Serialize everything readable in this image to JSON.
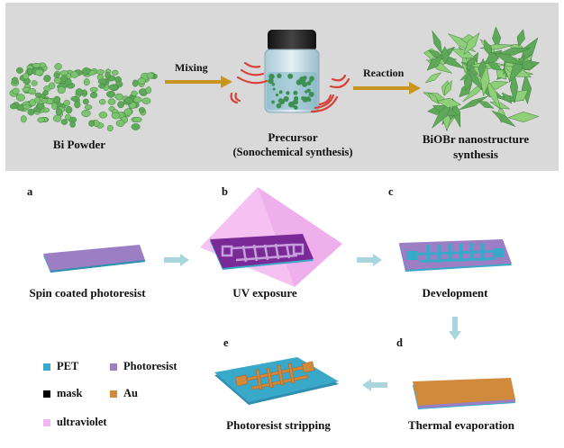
{
  "top_panel": {
    "bi_powder": "Bi Powder",
    "mixing": "Mixing",
    "reaction": "Reaction",
    "precursor_line1": "Precursor",
    "precursor_line2": "(Sonochemical synthesis)",
    "biobr_line1": "BiOBr nanostructure",
    "biobr_line2": "synthesis"
  },
  "steps": {
    "a": {
      "letter": "a",
      "caption": "Spin coated photoresist"
    },
    "b": {
      "letter": "b",
      "caption": "UV exposure"
    },
    "c": {
      "letter": "c",
      "caption": "Development"
    },
    "d": {
      "letter": "d",
      "caption": "Thermal evaporation"
    },
    "e": {
      "letter": "e",
      "caption": "Photoresist stripping"
    }
  },
  "legend": [
    {
      "label": "PET",
      "color": "#3aa8c8"
    },
    {
      "label": "Photoresist",
      "color": "#9b7ec4"
    },
    {
      "label": "mask",
      "color": "#000000"
    },
    {
      "label": "Au",
      "color": "#d1893c"
    },
    {
      "label": "ultraviolet",
      "color": "#f2b6f0"
    }
  ],
  "colors": {
    "panel_bg": "#d9d9d9",
    "gold_arrow": "#c8961e",
    "flow_arrow": "#a9d6dd",
    "sound_wave": "#d6423a"
  }
}
